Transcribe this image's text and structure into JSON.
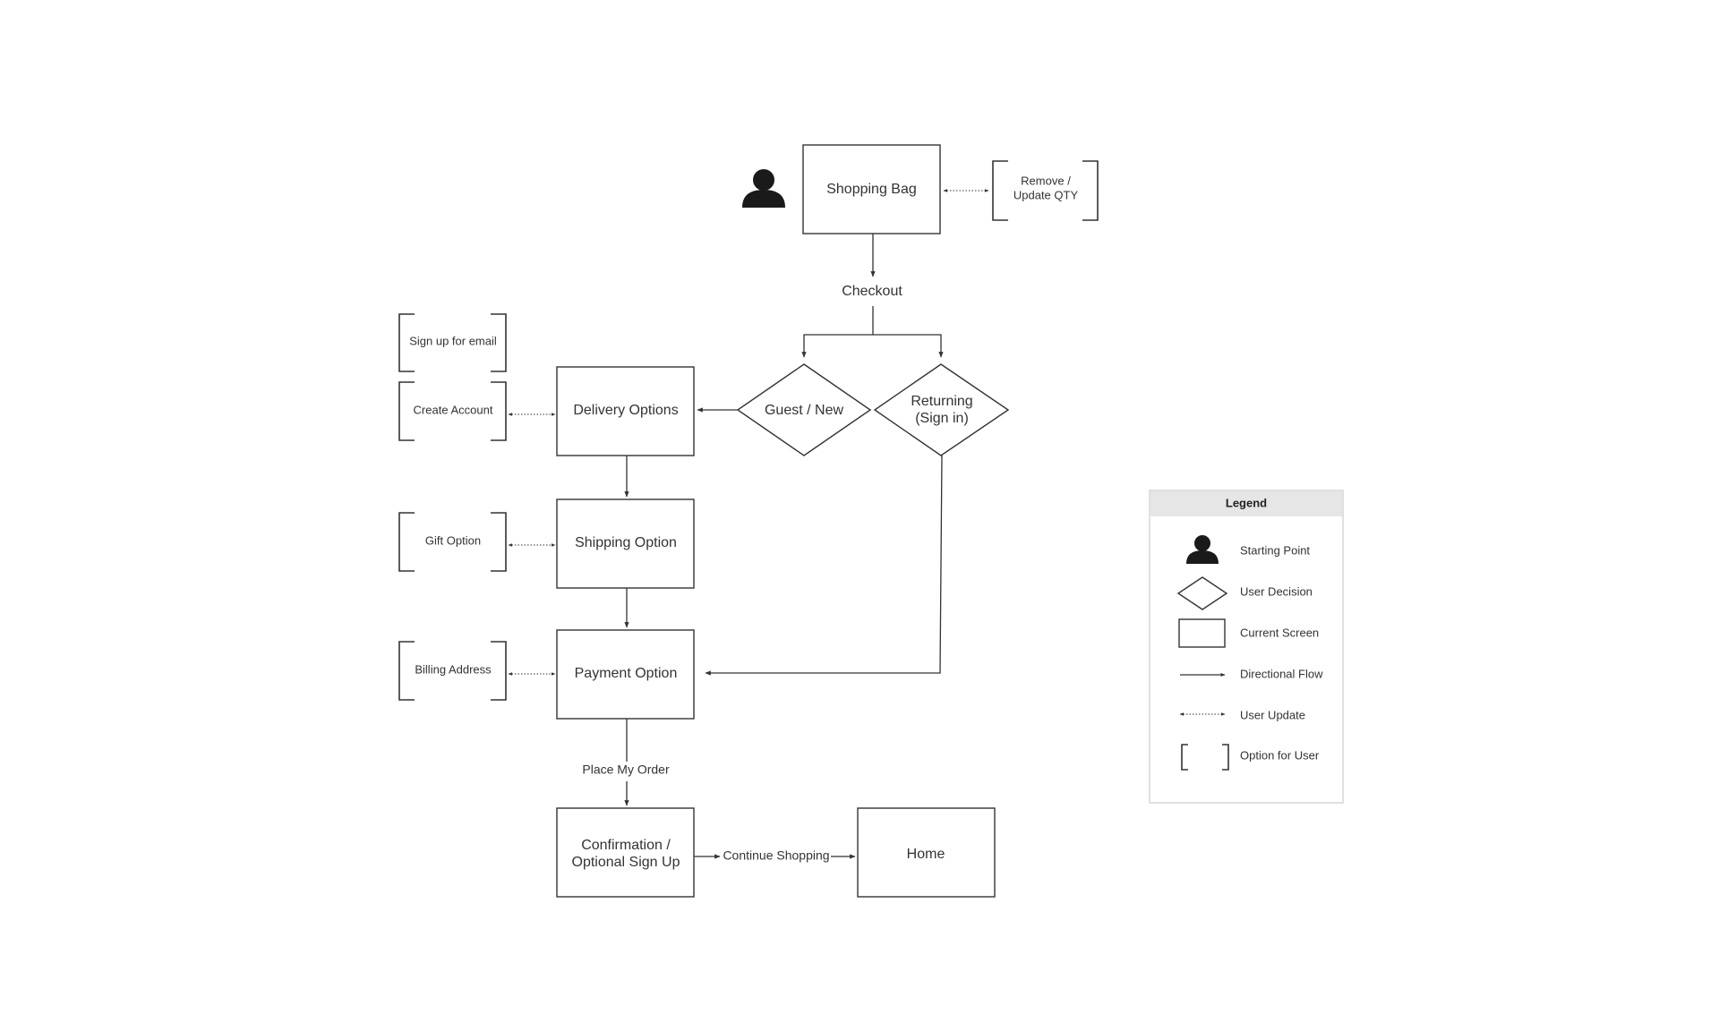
{
  "nodes": {
    "shopping_bag": "Shopping Bag",
    "remove_update_1": "Remove /",
    "remove_update_2": "Update QTY",
    "checkout": "Checkout",
    "guest_new": "Guest / New",
    "returning_1": "Returning",
    "returning_2": "(Sign in)",
    "delivery_options": "Delivery Options",
    "shipping_option": "Shipping Option",
    "payment_option": "Payment Option",
    "place_my_order": "Place My Order",
    "confirmation_1": "Confirmation /",
    "confirmation_2": "Optional Sign Up",
    "continue_shopping": "Continue Shopping",
    "home": "Home"
  },
  "options": {
    "sign_up_email": "Sign up for email",
    "create_account": "Create Account",
    "gift_option": "Gift Option",
    "billing_address": "Billing Address"
  },
  "legend": {
    "title": "Legend",
    "starting_point": "Starting Point",
    "user_decision": "User Decision",
    "current_screen": "Current Screen",
    "directional_flow": "Directional Flow",
    "user_update": "User Update",
    "option_for_user": "Option for User"
  },
  "colors": {
    "stroke": "#333333",
    "legend_header_bg": "#e6e6e6",
    "person_fill": "#1a1a1a"
  },
  "icons": {
    "start": "person-icon"
  }
}
